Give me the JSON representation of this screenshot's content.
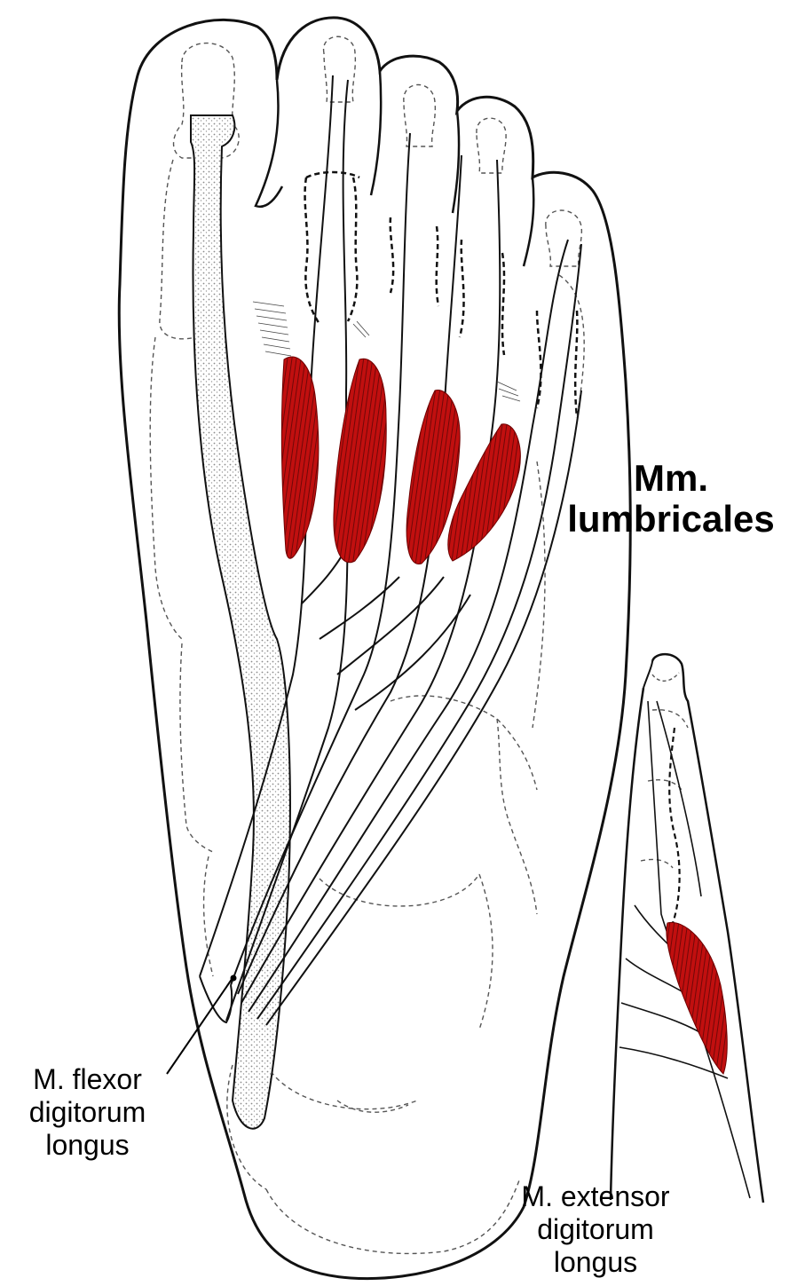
{
  "labels": {
    "title": {
      "line1": "Mm.",
      "line2": "lumbricales"
    },
    "flexor": {
      "line1": "M. flexor",
      "line2": "digitorum",
      "line3": "longus"
    },
    "extensor": {
      "line1": "M. extensor",
      "line2": "digitorum",
      "line3": "longus"
    }
  },
  "colors": {
    "muscle": "#c10f0f",
    "outline": "#111111",
    "dash": "#555555",
    "stipple": "#bdbdbd",
    "background": "#ffffff"
  }
}
